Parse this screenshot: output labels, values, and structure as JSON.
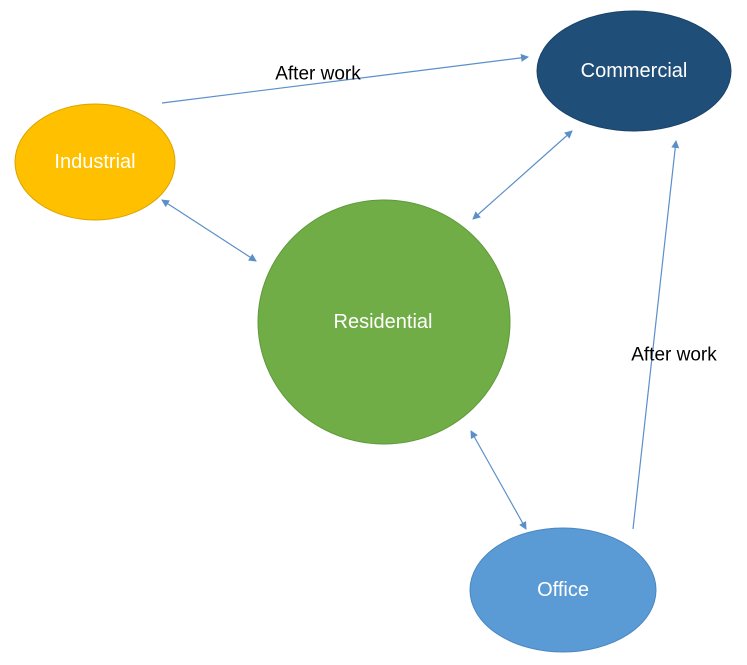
{
  "nodes": {
    "industrial": {
      "label": "Industrial",
      "color": "#ffc000",
      "border": "#d9a400"
    },
    "commercial": {
      "label": "Commercial",
      "color": "#1f4e79",
      "border": "#1a4268"
    },
    "residential": {
      "label": "Residential",
      "color": "#70ad47",
      "border": "#5f9a3a"
    },
    "office": {
      "label": "Office",
      "color": "#5b9bd5",
      "border": "#4a87c0"
    }
  },
  "edges": {
    "industrial_to_commercial": {
      "label": "After work"
    },
    "office_to_commercial": {
      "label": "After work"
    }
  },
  "colors": {
    "arrow": "#5b8fc9"
  }
}
